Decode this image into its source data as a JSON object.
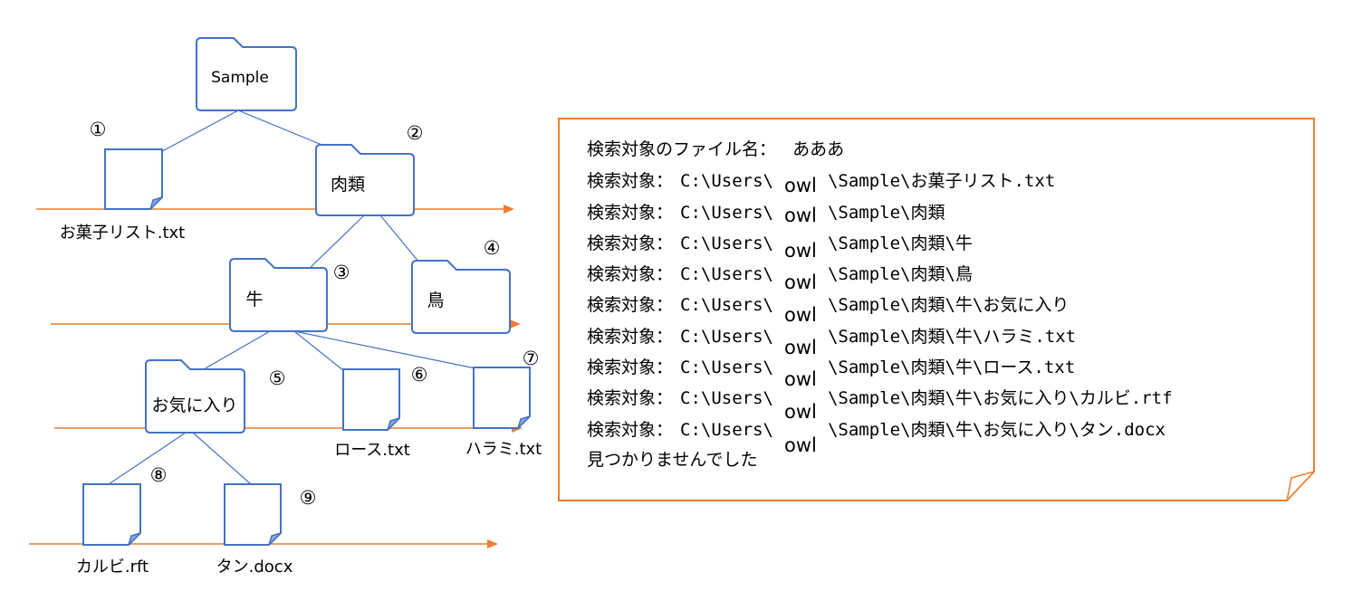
{
  "tree": {
    "nodes": [
      {
        "id": "sample",
        "kind": "folder",
        "label": "Sample"
      },
      {
        "id": "okashi",
        "kind": "file",
        "label": "お菓子リスト.txt",
        "number": "①"
      },
      {
        "id": "nikurui",
        "kind": "folder",
        "label": "肉類",
        "number": "②"
      },
      {
        "id": "gyu",
        "kind": "folder",
        "label": "牛",
        "number": "③"
      },
      {
        "id": "tori",
        "kind": "folder",
        "label": "鳥",
        "number": "④"
      },
      {
        "id": "okiniiri",
        "kind": "folder",
        "label": "お気に入り",
        "number": "⑤"
      },
      {
        "id": "rosu",
        "kind": "file",
        "label": "ロース.txt",
        "number": "⑥"
      },
      {
        "id": "harami",
        "kind": "file",
        "label": "ハラミ.txt",
        "number": "⑦"
      },
      {
        "id": "karubi",
        "kind": "file",
        "label": "カルビ.rft",
        "number": "⑧"
      },
      {
        "id": "tan",
        "kind": "file",
        "label": "タン.docx",
        "number": "⑨"
      }
    ]
  },
  "result": {
    "header_label": "検索対象のファイル名：",
    "header_value": "あああ",
    "line_label": "検索対象：",
    "path_prefix": "C:\\Users\\",
    "user": "owl",
    "paths": [
      "\\Sample\\お菓子リスト.txt",
      "\\Sample\\肉類",
      "\\Sample\\肉類\\牛",
      "\\Sample\\肉類\\鳥",
      "\\Sample\\肉類\\牛\\お気に入り",
      "\\Sample\\肉類\\牛\\ハラミ.txt",
      "\\Sample\\肉類\\牛\\ロース.txt",
      "\\Sample\\肉類\\牛\\お気に入り\\カルビ.rtf",
      "\\Sample\\肉類\\牛\\お気に入り\\タン.docx"
    ],
    "not_found": "見つかりませんでした"
  },
  "colors": {
    "shape_stroke": "#4472c4",
    "file_fold": "#8faadc",
    "level_line": "#ed7d31",
    "panel_border": "#ed7d31"
  }
}
